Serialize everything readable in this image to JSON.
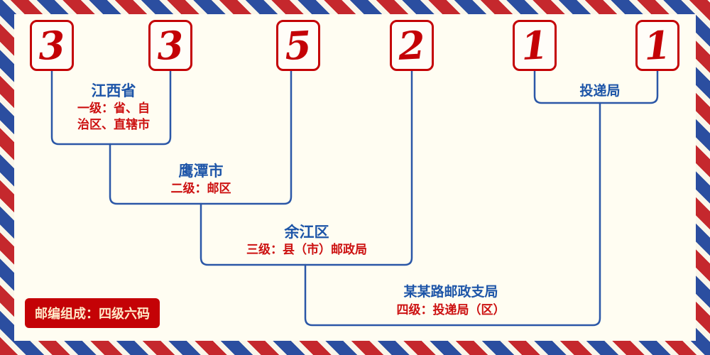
{
  "postal_code": {
    "digits": [
      "3",
      "3",
      "5",
      "2",
      "1",
      "1"
    ]
  },
  "labels": {
    "level1": {
      "place": "江西省",
      "desc_line1": "一级：省、自",
      "desc_line2": "治区、直辖市"
    },
    "level2": {
      "place": "鹰潭市",
      "desc": "二级：邮区"
    },
    "level3": {
      "place": "余江区",
      "desc": "三级：县（市）邮政局"
    },
    "level4": {
      "place": "某某路邮政支局",
      "desc": "四级：投递局（区）"
    },
    "delivery": {
      "label": "投递局"
    }
  },
  "footer": {
    "badge": "邮编组成：四级六码"
  },
  "colors": {
    "digit_red": "#c40206",
    "line_blue": "#2b57a7",
    "heading_blue": "#1d55a8",
    "desc_red": "#cc1111",
    "background": "#fffdf2"
  }
}
